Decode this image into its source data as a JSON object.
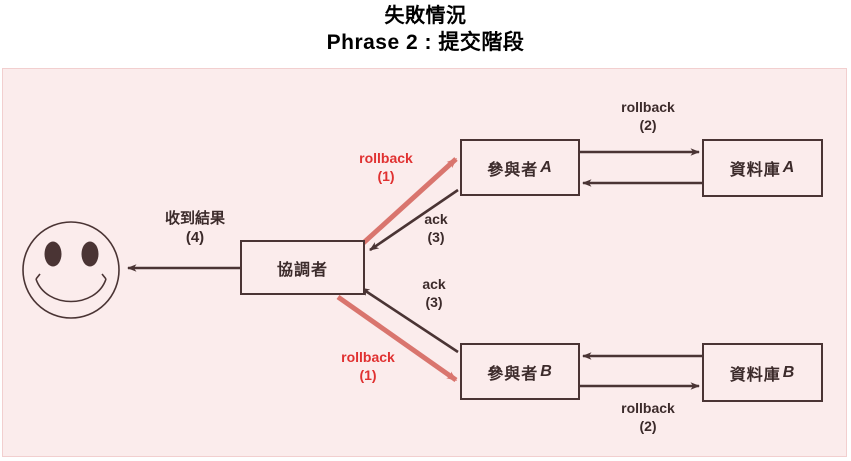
{
  "title": {
    "line1": "失敗情況",
    "line2": "Phrase 2 : 提交階段"
  },
  "colors": {
    "panel_background": "#fbecec",
    "panel_border": "#f2cfcf",
    "stroke_dark": "#4a3434",
    "stroke_red_arrow": "#d9756e",
    "text_red": "#e03131",
    "text_dark": "#3c2b2b",
    "page_background": "#ffffff"
  },
  "nodes": [
    {
      "id": "coordinator",
      "label": "協調者",
      "suffix": ""
    },
    {
      "id": "participant-a",
      "label": "參與者",
      "suffix": "A"
    },
    {
      "id": "participant-b",
      "label": "參與者",
      "suffix": "B"
    },
    {
      "id": "database-a",
      "label": "資料庫",
      "suffix": "A"
    },
    {
      "id": "database-b",
      "label": "資料庫",
      "suffix": "B"
    },
    {
      "id": "user",
      "label": "smiley-face",
      "suffix": ""
    }
  ],
  "edges": [
    {
      "id": "rollback-1-a",
      "text": "rollback",
      "number": "(1)",
      "color": "red",
      "from": "coordinator",
      "to": "participant-a"
    },
    {
      "id": "ack-3-a",
      "text": "ack",
      "number": "(3)",
      "color": "black",
      "from": "participant-a",
      "to": "coordinator"
    },
    {
      "id": "rollback-2-a",
      "text": "rollback",
      "number": "(2)",
      "color": "black",
      "from": "participant-a",
      "to": "database-a"
    },
    {
      "id": "rollback-1-b",
      "text": "rollback",
      "number": "(1)",
      "color": "red",
      "from": "coordinator",
      "to": "participant-b"
    },
    {
      "id": "ack-3-b",
      "text": "ack",
      "number": "(3)",
      "color": "black",
      "from": "participant-b",
      "to": "coordinator"
    },
    {
      "id": "rollback-2-b",
      "text": "rollback",
      "number": "(2)",
      "color": "black",
      "from": "participant-b",
      "to": "database-b"
    },
    {
      "id": "result-4",
      "text": "收到結果",
      "number": "(4)",
      "color": "black",
      "from": "coordinator",
      "to": "user"
    }
  ]
}
